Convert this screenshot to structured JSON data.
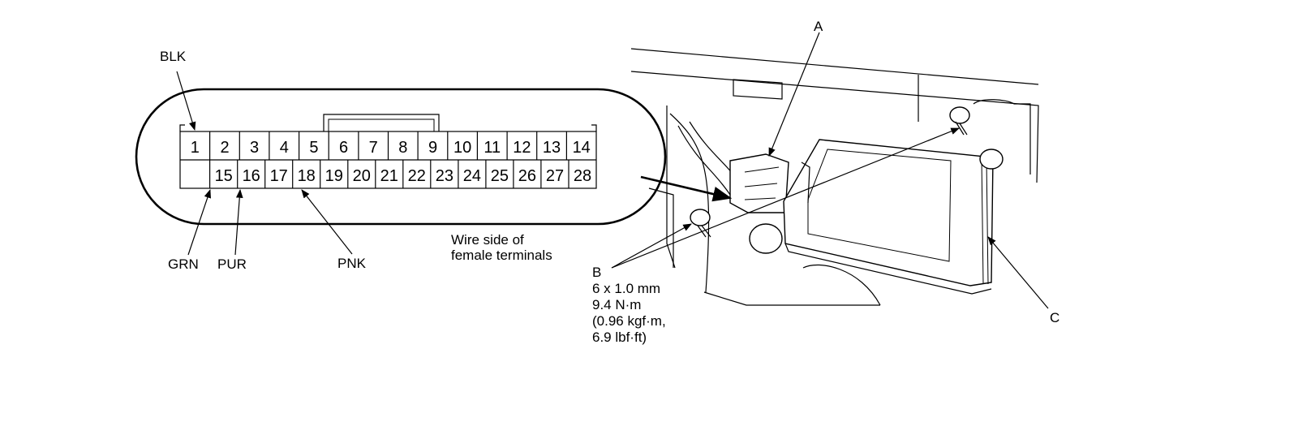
{
  "connector": {
    "top_row": [
      "1",
      "2",
      "3",
      "4",
      "5",
      "6",
      "7",
      "8",
      "9",
      "10",
      "11",
      "12",
      "13",
      "14"
    ],
    "bottom_row": [
      "15",
      "16",
      "17",
      "18",
      "19",
      "20",
      "21",
      "22",
      "23",
      "24",
      "25",
      "26",
      "27",
      "28"
    ],
    "callouts": {
      "blk": "BLK",
      "grn": "GRN",
      "pur": "PUR",
      "pnk": "PNK"
    },
    "caption_line1": "Wire side of",
    "caption_line2": "female terminals"
  },
  "parts": {
    "a": "A",
    "b": "B",
    "b_spec_lines": [
      "6 x 1.0 mm",
      "9.4 N·m",
      "(0.96 kgf·m,",
      "6.9 lbf·ft)"
    ],
    "c": "C"
  }
}
